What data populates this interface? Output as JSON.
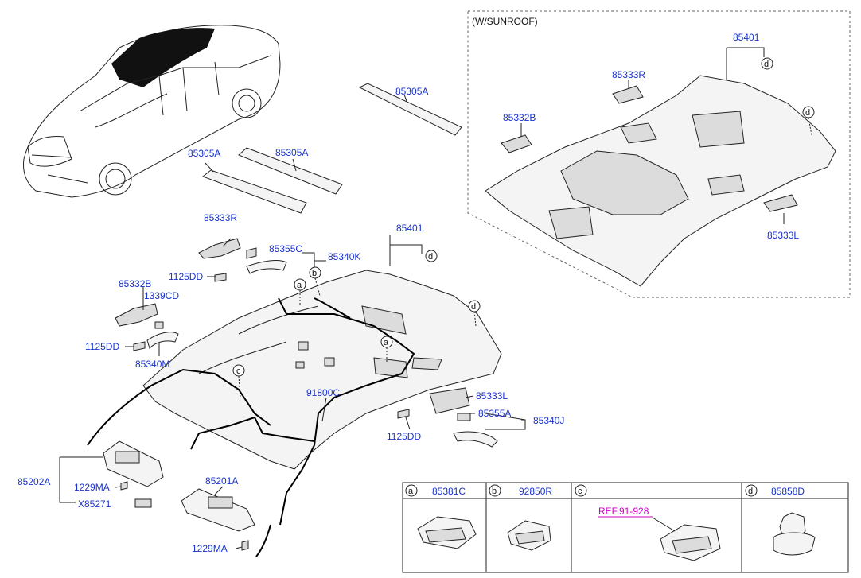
{
  "variant_label": "(W/SUNROOF)",
  "labels": {
    "p85305A_top": "85305A",
    "p85305A_left": "85305A",
    "p85305A_mid": "85305A",
    "p85333R": "85333R",
    "p85355C": "85355C",
    "p85340K": "85340K",
    "p85401": "85401",
    "p1125DD_a": "1125DD",
    "p85332B": "85332B",
    "p1339CD": "1339CD",
    "p1125DD_b": "1125DD",
    "p85340M": "85340M",
    "p91800C": "91800C",
    "p85333L": "85333L",
    "p85355A": "85355A",
    "p85340J": "85340J",
    "p1125DD_c": "1125DD",
    "p85202A": "85202A",
    "p1229MA_a": "1229MA",
    "pX85271": "X85271",
    "p85201A": "85201A",
    "p1229MA_b": "1229MA",
    "sr85401": "85401",
    "sr85333R": "85333R",
    "sr85332B": "85332B",
    "sr85333L": "85333L"
  },
  "callouts": {
    "a": "a",
    "b": "b",
    "c": "c",
    "d": "d"
  },
  "legend": {
    "a_letter": "a",
    "a_part": "85381C",
    "b_letter": "b",
    "b_part": "92850R",
    "c_letter": "c",
    "c_ref": "REF.91-928",
    "d_letter": "d",
    "d_part": "85858D"
  },
  "colors": {
    "label_blue": "#1a33cc",
    "ref_magenta": "#d200c8",
    "line": "#222222"
  }
}
